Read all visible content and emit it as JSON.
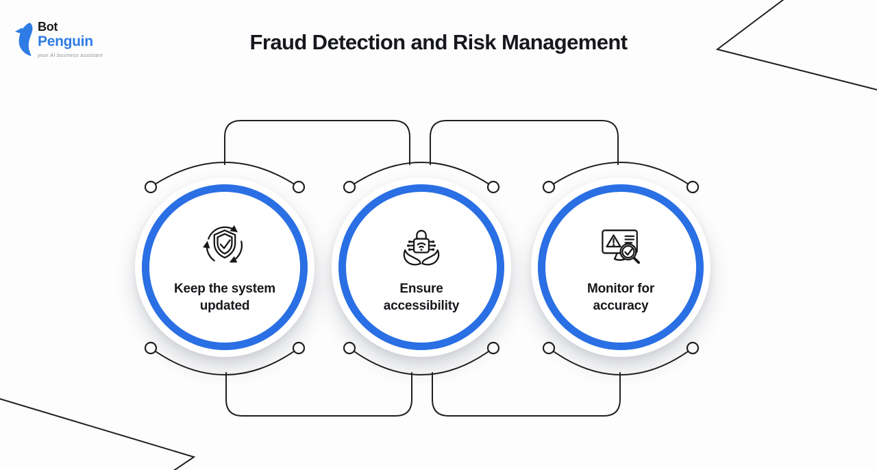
{
  "logo": {
    "brand_top": "Bot",
    "brand_bottom": "Penguin",
    "tagline": "your AI business assistant",
    "brand_color": "#2e7be5"
  },
  "header": {
    "title": "Fraud Detection and Risk Management"
  },
  "diagram": {
    "accent_color": "#2a6fe4",
    "wire_color": "#1f1f1f",
    "steps": [
      {
        "id": 1,
        "icon": "shield-refresh-icon",
        "label": "Keep the system updated"
      },
      {
        "id": 2,
        "icon": "hands-security-lock-icon",
        "label": "Ensure accessibility"
      },
      {
        "id": 3,
        "icon": "monitor-alert-check-icon",
        "label": "Monitor for accuracy"
      }
    ]
  }
}
